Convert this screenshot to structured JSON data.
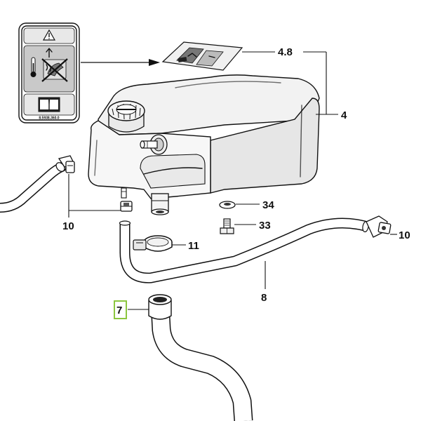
{
  "callouts": {
    "decal": "4.8",
    "tank": "4",
    "clip_left": "10",
    "clip_right": "10",
    "clamp": "11",
    "washer": "34",
    "bolt": "33",
    "hose_long": "8",
    "hose_lower": "7"
  },
  "warning_label": {
    "part_number": "8.5938.360.0"
  },
  "highlight_color": "#8cc63f"
}
